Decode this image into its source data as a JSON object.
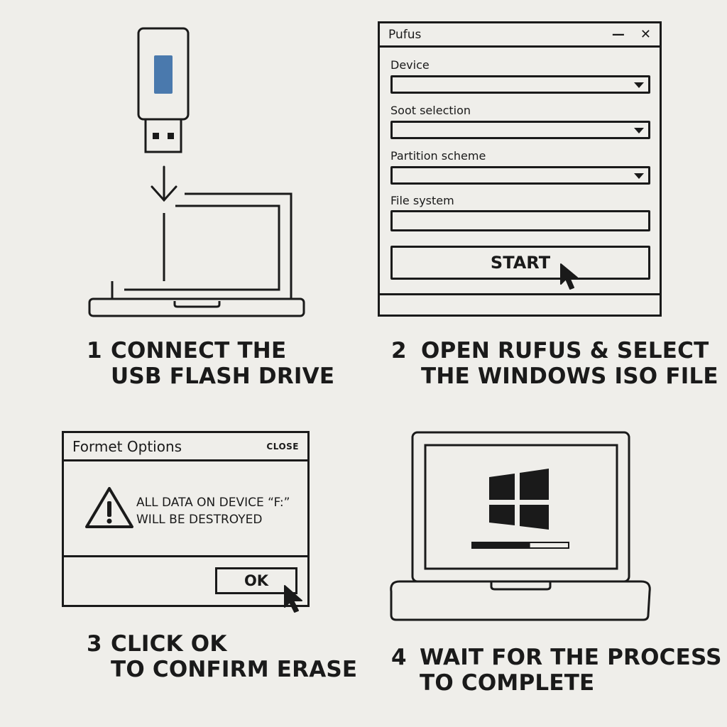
{
  "steps": [
    {
      "number": "1",
      "line1": "CONNECT THE",
      "line2": "USB FLASH DRIVE"
    },
    {
      "number": "2",
      "line1": "OPEN RUFUS & SELECT",
      "line2": "THE WINDOWS ISO FILE"
    },
    {
      "number": "3",
      "line1": "CLICK OK",
      "line2": "TO CONFIRM ERASE"
    },
    {
      "number": "4",
      "line1": "WAIT FOR THE PROCESS",
      "line2": "TO COMPLETE"
    }
  ],
  "rufus": {
    "title": "Pufus",
    "minimize": "—",
    "close": "✕",
    "fields": [
      {
        "label": "Device"
      },
      {
        "label": "Soot selection"
      },
      {
        "label": "Partition scheme"
      },
      {
        "label": "File system"
      }
    ],
    "start_label": "START"
  },
  "format_dialog": {
    "title": "Formet Options",
    "close_label": "CLOSE",
    "message_line1": "ALL DATA ON DEVICE “F:”",
    "message_line2": "WILL BE DESTROYED",
    "ok_label": "OK"
  },
  "install": {
    "progress": 0.6
  },
  "colors": {
    "ink": "#1a1a1a",
    "background": "#efeeea",
    "usb_accent": "#4a79ad"
  }
}
